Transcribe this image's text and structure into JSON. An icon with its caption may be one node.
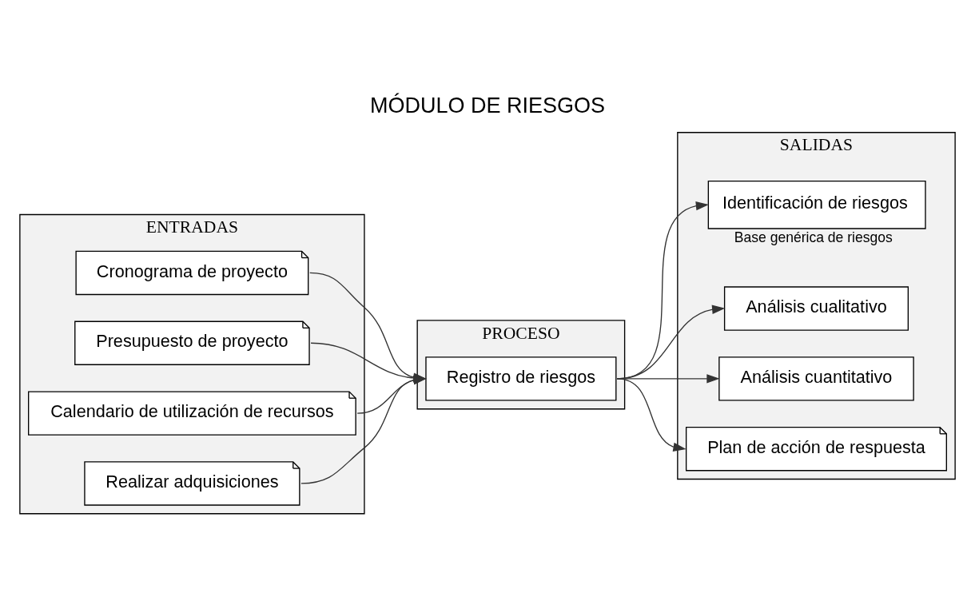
{
  "diagram": {
    "title": "MÓDULO DE RIESGOS",
    "nodes": [
      {
        "text": [
          "ENTRADAS"
        ]
      },
      {
        "text": [
          "PROCESO"
        ]
      },
      {
        "text": [
          "SALIDAS"
        ]
      },
      {
        "text": [
          "Cronograma de proyecto"
        ],
        "in": 0
      },
      {
        "text": [
          "Presupuesto de proyecto"
        ],
        "in": 0
      },
      {
        "text": [
          "Calendario de utilización de recursos"
        ],
        "in": 0
      },
      {
        "text": [
          "Realizar adquisiciones"
        ],
        "in": 0
      },
      {
        "text": [
          "Registro de riesgos"
        ],
        "in": 1
      },
      {
        "text": [
          "Identificación de riesgos"
        ],
        "in": 2,
        "beside": [
          "Base genérica de riesgos"
        ]
      },
      {
        "text": [
          "Análisis cualitativo"
        ],
        "in": 2
      },
      {
        "text": [
          "Análisis cuantitativo"
        ],
        "in": 2
      },
      {
        "text": [
          "Plan de acción de respuesta"
        ],
        "in": 2
      }
    ],
    "edges": [
      {
        "from": 3,
        "to": 7,
        "arrow": "to"
      },
      {
        "from": 4,
        "to": 7,
        "arrow": "to"
      },
      {
        "from": 5,
        "to": 7,
        "arrow": "to"
      },
      {
        "from": 6,
        "to": 7,
        "arrow": "to"
      },
      {
        "from": 7,
        "to": 8,
        "arrow": "to"
      },
      {
        "from": 7,
        "to": 9,
        "arrow": "to"
      },
      {
        "from": 7,
        "to": 10,
        "arrow": "to"
      },
      {
        "from": 7,
        "to": 11,
        "arrow": "to"
      }
    ]
  }
}
